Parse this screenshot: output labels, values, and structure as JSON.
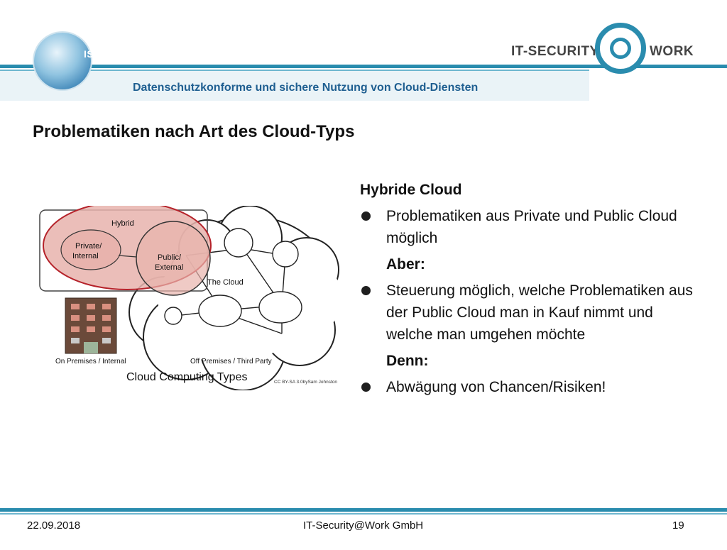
{
  "header": {
    "subtitle": "Datenschutzkonforme und sichere Nutzung von Cloud-Diensten",
    "left_logo_text": "ISW",
    "right_logo_left": "IT-SECURITY",
    "right_logo_right": "WORK"
  },
  "slide": {
    "title": "Problematiken nach Art des Cloud-Typs"
  },
  "diagram": {
    "hybrid": "Hybrid",
    "private": [
      "Private/",
      "Internal"
    ],
    "public": [
      "Public/",
      "External"
    ],
    "the_cloud": "The Cloud",
    "on_premises": "On Premises / Internal",
    "off_premises": "Off Premises / Third Party",
    "caption": "Cloud Computing Types",
    "credit": "CC BY-SA 3.0bySam Johnston"
  },
  "content": {
    "heading": "Hybride Cloud",
    "bullet1": "Problematiken aus Private und Public Cloud möglich",
    "aber": "Aber:",
    "bullet2": "Steuerung möglich, welche Problematiken aus der Public Cloud man in Kauf nimmt und welche man umgehen möchte",
    "denn": "Denn:",
    "bullet3": "Abwägung von Chancen/Risiken!"
  },
  "footer": {
    "date": "22.09.2018",
    "company": "IT-Security@Work GmbH",
    "page": "19"
  },
  "colors": {
    "accent": "#2a8cae",
    "subtitle": "#1f5f91",
    "hybrid_fill": "#e8b3ad",
    "hybrid_stroke": "#b5222a"
  }
}
